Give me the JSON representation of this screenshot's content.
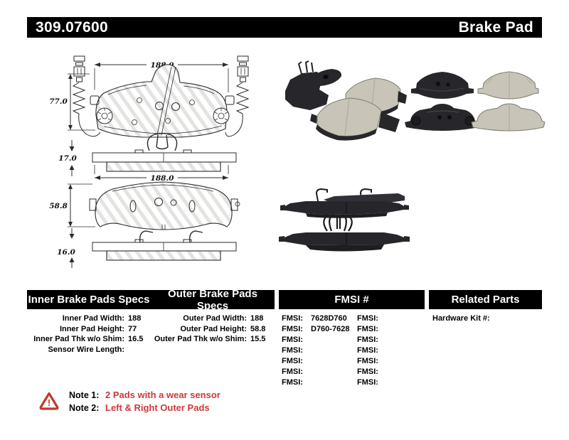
{
  "header": {
    "part_number": "309.07600",
    "product_name": "Brake Pad"
  },
  "drawings": {
    "inner": {
      "width": "188.0",
      "height": "77.0",
      "thickness": "17.0"
    },
    "outer": {
      "width": "188.0",
      "height": "58.8",
      "thickness": "16.0"
    }
  },
  "tables": {
    "inner": {
      "title": "Inner Brake Pads Specs",
      "rows": [
        {
          "label": "Inner Pad Width:",
          "value": "188"
        },
        {
          "label": "Inner Pad Height:",
          "value": "77"
        },
        {
          "label": "Inner Pad Thk w/o Shim:",
          "value": "16.5"
        },
        {
          "label": "Sensor Wire Length:",
          "value": ""
        }
      ]
    },
    "outer": {
      "title": "Outer Brake Pads Specs",
      "rows": [
        {
          "label": "Outer Pad Width:",
          "value": "188"
        },
        {
          "label": "Outer Pad Height:",
          "value": "58.8"
        },
        {
          "label": "Outer Pad Thk w/o Shim:",
          "value": "15.5"
        }
      ]
    },
    "fmsi": {
      "title": "FMSI #",
      "row_label": "FMSI:",
      "left": [
        "7628D760",
        "D760-7628",
        "",
        "",
        "",
        "",
        ""
      ],
      "right": [
        "",
        "",
        "",
        "",
        "",
        "",
        ""
      ]
    },
    "related": {
      "title": "Related Parts",
      "rows": [
        {
          "label": "Hardware Kit #:",
          "value": ""
        }
      ]
    }
  },
  "notes": {
    "warning_glyph": "!",
    "items": [
      {
        "label": "Note 1:",
        "text": "2 Pads with a wear sensor"
      },
      {
        "label": "Note 2:",
        "text": "Left & Right Outer Pads"
      }
    ]
  },
  "colors": {
    "header_bg": "#000000",
    "note_red": "#cc3a3a",
    "warning_red": "#c0392b",
    "plate_dark": "#27272b",
    "friction_light": "#c8c5b8"
  }
}
